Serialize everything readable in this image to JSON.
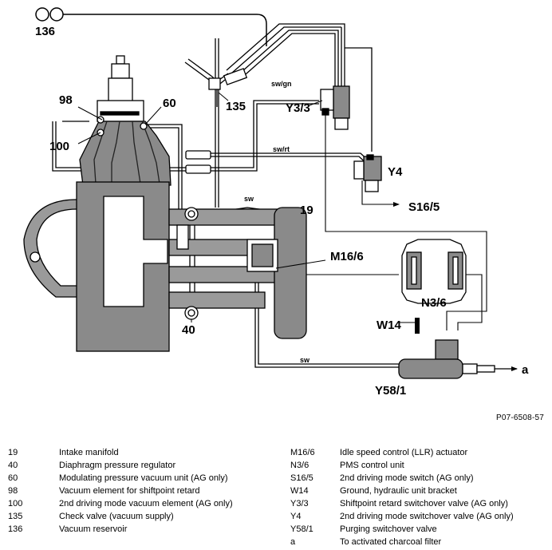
{
  "diagram": {
    "labels": {
      "l136": "136",
      "l98": "98",
      "l60": "60",
      "l100": "100",
      "l135": "135",
      "y33": "Y3/3",
      "y4": "Y4",
      "s165": "S16/5",
      "l19": "19",
      "m166": "M16/6",
      "n36": "N3/6",
      "w14": "W14",
      "y581": "Y58/1",
      "l40": "40",
      "a": "a"
    },
    "wire_labels": {
      "swgn": "sw/gn",
      "swrt": "sw/rt",
      "sw1": "sw",
      "sw2": "sw"
    }
  },
  "reference": "P07-6508-57",
  "legend_left": [
    {
      "code": "19",
      "text": "Intake manifold"
    },
    {
      "code": "40",
      "text": "Diaphragm pressure regulator"
    },
    {
      "code": "60",
      "text": "Modulating pressure vacuum unit (AG only)"
    },
    {
      "code": "98",
      "text": "Vacuum element for shiftpoint retard"
    },
    {
      "code": "100",
      "text": "2nd driving mode vacuum element (AG only)"
    },
    {
      "code": "135",
      "text": "Check valve (vacuum supply)"
    },
    {
      "code": "136",
      "text": "Vacuum reservoir"
    }
  ],
  "legend_right": [
    {
      "code": "M16/6",
      "text": "Idle speed control (LLR) actuator"
    },
    {
      "code": "N3/6",
      "text": "PMS control unit"
    },
    {
      "code": "S16/5",
      "text": "2nd driving mode switch (AG only)"
    },
    {
      "code": "W14",
      "text": "Ground, hydraulic unit bracket"
    },
    {
      "code": "Y3/3",
      "text": "Shiftpoint retard switchover valve (AG only)"
    },
    {
      "code": "Y4",
      "text": "2nd driving mode switchover valve (AG only)"
    },
    {
      "code": "Y58/1",
      "text": "Purging switchover valve"
    },
    {
      "code": "a",
      "text": "To activated charcoal filter"
    }
  ]
}
